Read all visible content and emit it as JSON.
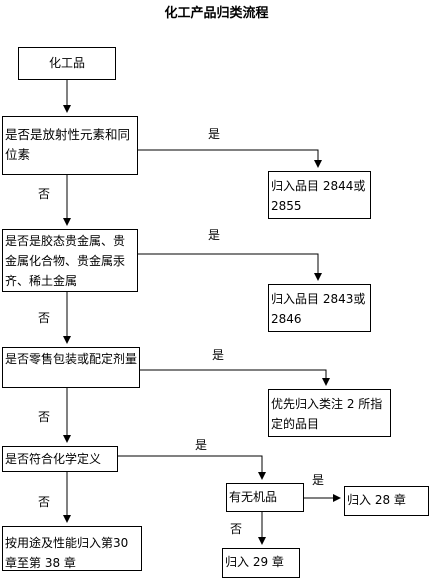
{
  "title": "化工产品归类流程",
  "nodes": {
    "start": "化工品",
    "q1": "是否是放射性元素和同位素",
    "r1": "归入品目 2844或 2855",
    "q2": "是否是胶态贵金属、贵金属化合物、贵金属汞齐、稀土金属",
    "r2": "归入品目 2843或 2846",
    "q3": "是否零售包装或配定剂量",
    "r3": "优先归入类注 2 所指定的品目",
    "q4": "是否符合化学定义",
    "q5": "有无机品",
    "r5": "归入 28 章",
    "r4": "按用途及性能归入第30 章至第 38 章",
    "r6": "归入 29 章"
  },
  "labels": {
    "yes": "是",
    "no": "否"
  }
}
